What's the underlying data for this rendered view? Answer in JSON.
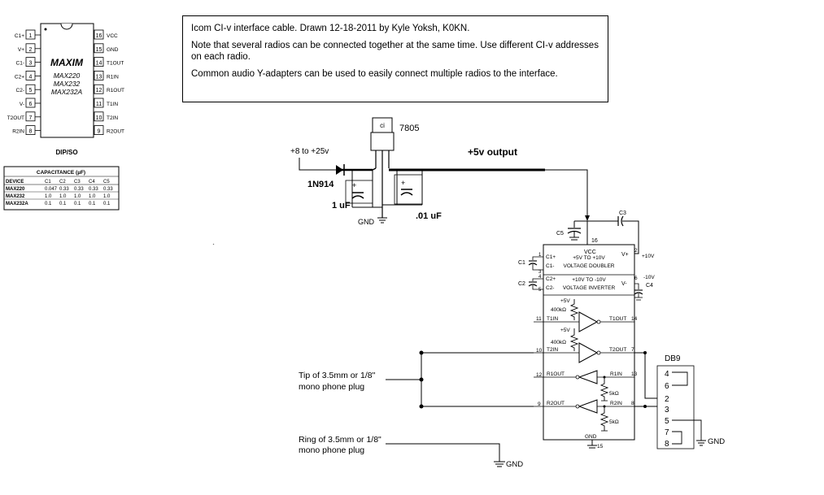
{
  "note": {
    "line1": "Icom CI-v interface cable. Drawn 12-18-2011 by Kyle Yoksh, K0KN.",
    "line2": "Note that several radios can be connected together at the same time. Use different CI-v addresses on each radio.",
    "line3": "Common audio Y-adapters can be used to easily connect multiple radios to the interface."
  },
  "pinout": {
    "logo": "MAXIM",
    "models": [
      "MAX220",
      "MAX232",
      "MAX232A"
    ],
    "package": "DIP/SO",
    "left_pins": [
      {
        "label": "C1+",
        "num": "1"
      },
      {
        "label": "V+",
        "num": "2"
      },
      {
        "label": "C1-",
        "num": "3"
      },
      {
        "label": "C2+",
        "num": "4"
      },
      {
        "label": "C2-",
        "num": "5"
      },
      {
        "label": "V-",
        "num": "6"
      },
      {
        "label": "T2OUT",
        "num": "7"
      },
      {
        "label": "R2IN",
        "num": "8"
      }
    ],
    "right_pins": [
      {
        "label": "VCC",
        "num": "16"
      },
      {
        "label": "GND",
        "num": "15"
      },
      {
        "label": "T1OUT",
        "num": "14"
      },
      {
        "label": "R1IN",
        "num": "13"
      },
      {
        "label": "R1OUT",
        "num": "12"
      },
      {
        "label": "T1IN",
        "num": "11"
      },
      {
        "label": "T2IN",
        "num": "10"
      },
      {
        "label": "R2OUT",
        "num": "9"
      }
    ]
  },
  "cap_table": {
    "title": "CAPACITANCE (µF)",
    "headers": [
      "DEVICE",
      "C1",
      "C2",
      "C3",
      "C4",
      "C5"
    ],
    "rows": [
      [
        "MAX220",
        "0.047",
        "0.33",
        "0.33",
        "0.33",
        "0.33"
      ],
      [
        "MAX232",
        "1.0",
        "1.0",
        "1.0",
        "1.0",
        "1.0"
      ],
      [
        "MAX232A",
        "0.1",
        "0.1",
        "0.1",
        "0.1",
        "0.1"
      ]
    ]
  },
  "regulator": {
    "part": "7805",
    "input": "+8 to +25v",
    "output": "+5v output",
    "diode": "1N914",
    "cap1": "1 uF",
    "cap2": ".01 uF",
    "gnd": "GND"
  },
  "ic": {
    "vcc_pin": "16",
    "vcc_label": "VCC",
    "doubler_range": "+5V TO +10V",
    "doubler_name": "VOLTAGE DOUBLER",
    "inverter_range": "+10V TO -10V",
    "inverter_name": "VOLTAGE INVERTER",
    "vplus": "V+",
    "vplus_pin": "2",
    "vplus_volt": "+10V",
    "vminus": "V-",
    "vminus_pin": "6",
    "vminus_volt": "-10V",
    "c1p": "C1+",
    "c1m": "C1-",
    "c2p": "C2+",
    "c2m": "C2-",
    "p1": "1",
    "p3": "3",
    "p4": "4",
    "p5": "5",
    "c1": "C1",
    "c2": "C2",
    "c3": "C3",
    "c4": "C4",
    "c5": "C5",
    "plus5": "+5V",
    "r400k": "400kΩ",
    "r5k": "5kΩ",
    "t1in": "T1IN",
    "t2in": "T2IN",
    "r1out": "R1OUT",
    "r2out": "R2OUT",
    "t1out": "T1OUT",
    "t2out": "T2OUT",
    "r1in": "R1IN",
    "r2in": "R2IN",
    "pin11": "11",
    "pin10": "10",
    "pin12": "12",
    "pin9": "9",
    "pin14": "14",
    "pin7": "7",
    "pin13": "13",
    "pin8": "8",
    "gnd": "GND",
    "gnd_pin": "15"
  },
  "db9": {
    "title": "DB9",
    "pins": [
      "4",
      "6",
      "2",
      "3",
      "5",
      "7",
      "8"
    ],
    "gnd": "GND"
  },
  "plugs": {
    "tip_line1": "Tip of 3.5mm or 1/8\"",
    "tip_line2": "mono phone plug",
    "ring_line1": "Ring of 3.5mm or 1/8\"",
    "ring_line2": "mono phone plug",
    "gnd": "GND"
  }
}
